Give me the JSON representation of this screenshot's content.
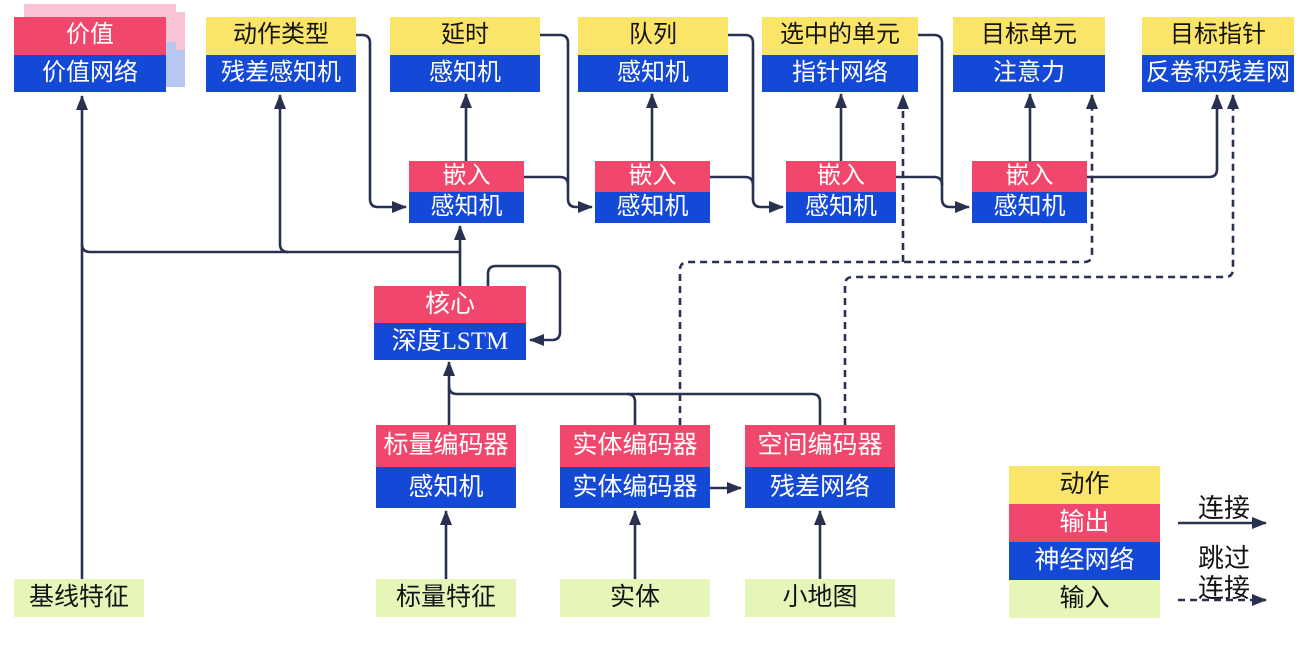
{
  "diagram": {
    "nodes": {
      "value": {
        "top": "价值",
        "bottom": "价值网络"
      },
      "action_type": {
        "top": "动作类型",
        "bottom": "残差感知机"
      },
      "delay": {
        "top": "延时",
        "bottom": "感知机"
      },
      "queue": {
        "top": "队列",
        "bottom": "感知机"
      },
      "selected_units": {
        "top": "选中的单元",
        "bottom": "指针网络"
      },
      "target_unit": {
        "top": "目标单元",
        "bottom": "注意力"
      },
      "target_point": {
        "top": "目标指针",
        "bottom": "反卷积残差网"
      },
      "embed1": {
        "top": "嵌入",
        "bottom": "感知机"
      },
      "embed2": {
        "top": "嵌入",
        "bottom": "感知机"
      },
      "embed3": {
        "top": "嵌入",
        "bottom": "感知机"
      },
      "embed4": {
        "top": "嵌入",
        "bottom": "感知机"
      },
      "core": {
        "top": "核心",
        "bottom": "深度LSTM"
      },
      "scalar_encoder": {
        "top": "标量编码器",
        "bottom": "感知机"
      },
      "entity_encoder": {
        "top": "实体编码器",
        "bottom": "实体编码器"
      },
      "spatial_encoder": {
        "top": "空间编码器",
        "bottom": "残差网络"
      },
      "baseline_features": {
        "label": "基线特征"
      },
      "scalar_features": {
        "label": "标量特征"
      },
      "entities": {
        "label": "实体"
      },
      "minimap": {
        "label": "小地图"
      }
    },
    "legend": {
      "rows": [
        {
          "label": "动作"
        },
        {
          "label": "输出"
        },
        {
          "label": "神经网络"
        },
        {
          "label": "输入"
        }
      ],
      "solid_label": "连接",
      "dashed_label_line1": "跳过",
      "dashed_label_line2": "连接"
    },
    "colors": {
      "action": "#FAE569",
      "output": "#F2476C",
      "network": "#1448D6",
      "input": "#E5F6B8",
      "line": "#283250",
      "sheet_pink": "#F8C3D3",
      "sheet_blue": "#B7C7F1"
    }
  }
}
